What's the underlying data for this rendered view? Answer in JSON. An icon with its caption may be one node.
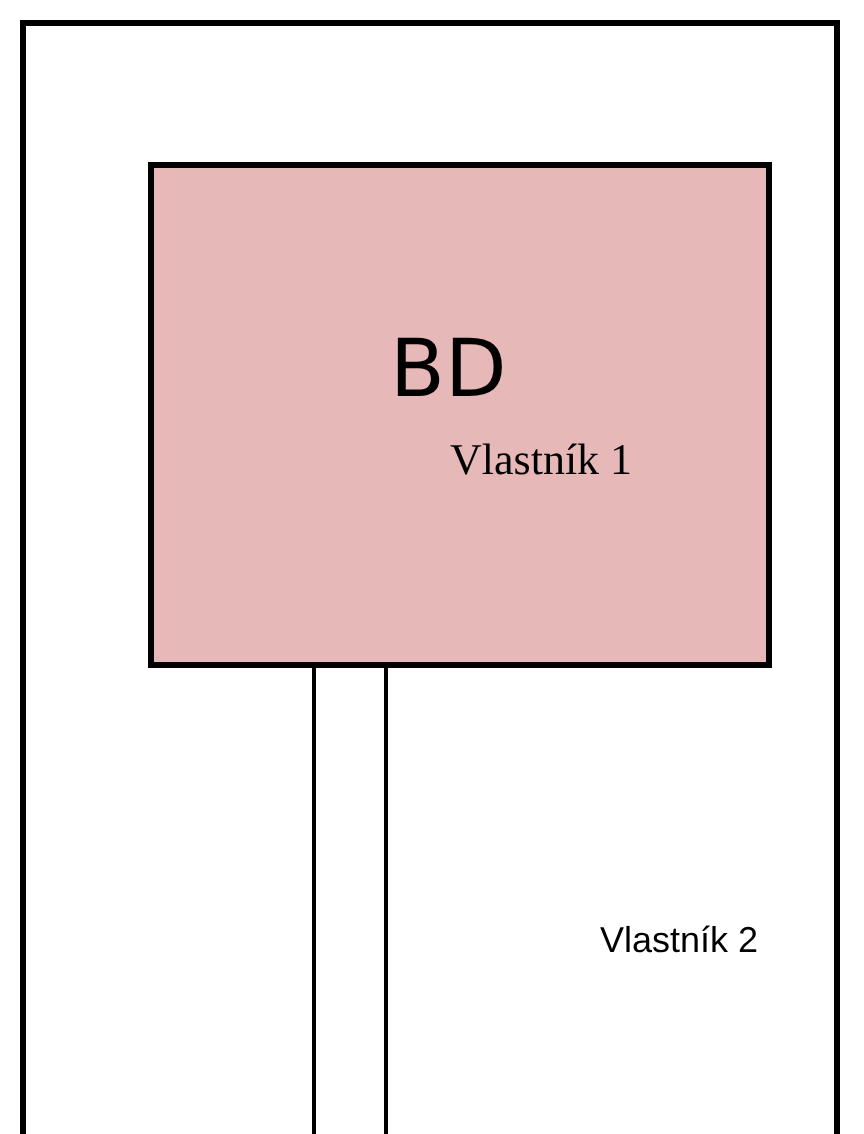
{
  "diagram": {
    "nodes": [
      {
        "text": [
          "Vlastník 2"
        ]
      },
      {
        "text": [
          "BD",
          "Vlastník 1"
        ],
        "in": 0
      }
    ]
  }
}
